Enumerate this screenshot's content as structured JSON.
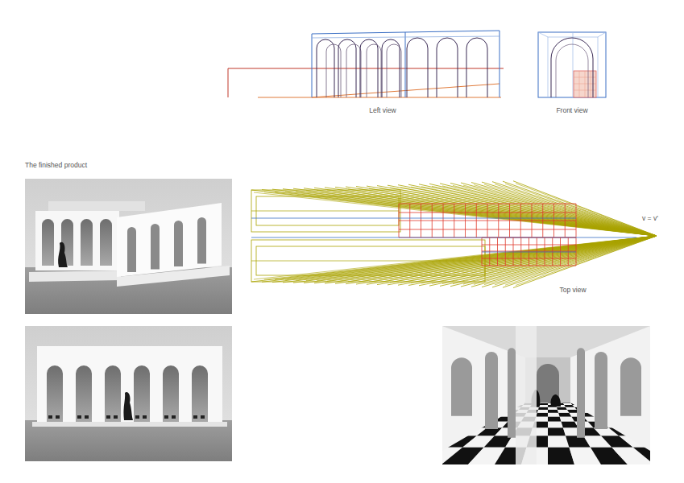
{
  "diagram": {
    "labels": [
      "Left view",
      "Front view",
      "The finished product",
      "Top view",
      "v = v'"
    ]
  }
}
